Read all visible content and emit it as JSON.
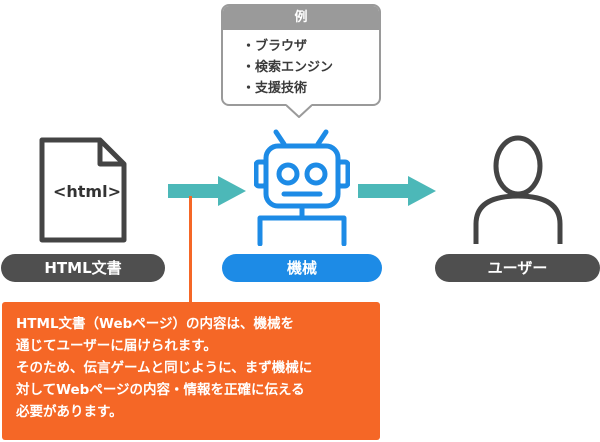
{
  "example": {
    "title": "例",
    "items": [
      "ブラウザ",
      "検索エンジン",
      "支援技術"
    ]
  },
  "document": {
    "tag": "<html>",
    "label": "HTML文書"
  },
  "machine": {
    "label": "機械"
  },
  "user": {
    "label": "ユーザー"
  },
  "explanation": {
    "lines": [
      "HTML文書（Webページ）の内容は、機械を",
      "通じてユーザーに届けられます。",
      "そのため、伝言ゲームと同じように、まず機械に",
      "対してWebページの内容・情報を正確に伝える",
      "必要があります。"
    ]
  },
  "colors": {
    "arrow": "#4cb8b8",
    "robot": "#1d8be6",
    "note": "#f56726",
    "pill_dark": "#4f4f4f",
    "callout": "#9a9a9a"
  }
}
